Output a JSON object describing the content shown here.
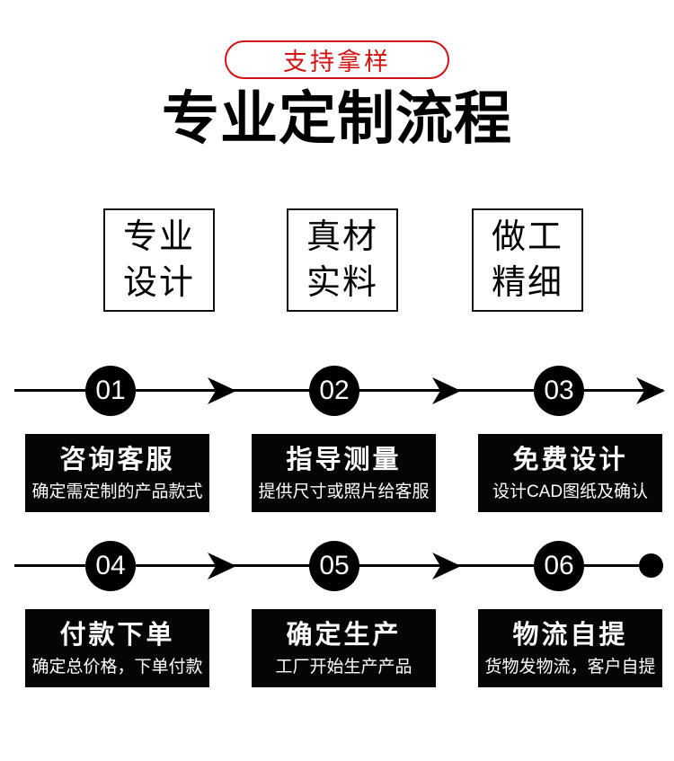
{
  "badge": {
    "label": "支持拿样"
  },
  "title": "专业定制流程",
  "colors": {
    "accent_red": "#d01212",
    "box_black": "#050505"
  },
  "features": [
    {
      "line1": "专业",
      "line2": "设计"
    },
    {
      "line1": "真材",
      "line2": "实料"
    },
    {
      "line1": "做工",
      "line2": "精细"
    }
  ],
  "process": {
    "rows": [
      {
        "end_marker": "arrow",
        "steps": [
          {
            "number": "01",
            "title": "咨询客服",
            "desc": "确定需定制的产品款式"
          },
          {
            "number": "02",
            "title": "指导测量",
            "desc": "提供尺寸或照片给客服"
          },
          {
            "number": "03",
            "title": "免费设计",
            "desc": "设计CAD图纸及确认"
          }
        ]
      },
      {
        "end_marker": "dot",
        "steps": [
          {
            "number": "04",
            "title": "付款下单",
            "desc": "确定总价格，下单付款"
          },
          {
            "number": "05",
            "title": "确定生产",
            "desc": "工厂开始生产产品"
          },
          {
            "number": "06",
            "title": "物流自提",
            "desc": "货物发物流，客户自提"
          }
        ]
      }
    ]
  }
}
